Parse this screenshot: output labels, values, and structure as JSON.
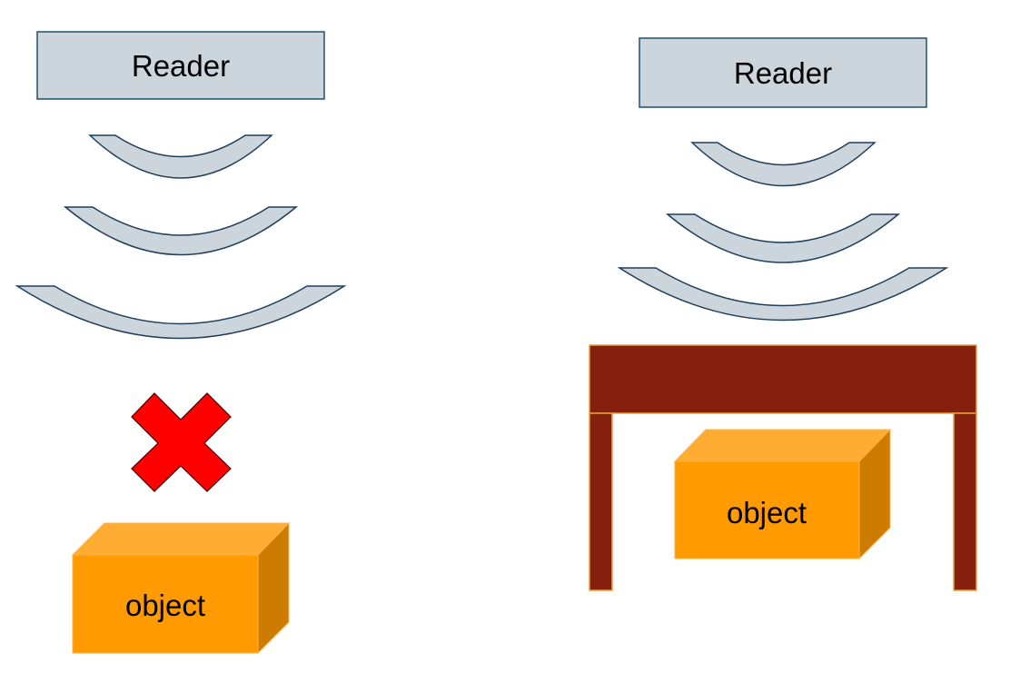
{
  "left_scene": {
    "reader_label": "Reader",
    "object_label": "object"
  },
  "right_scene": {
    "reader_label": "Reader",
    "object_label": "object"
  },
  "colors": {
    "reader_fill": "#CDD5DC",
    "reader_stroke": "#1F4E6B",
    "wave_fill": "#CDD5DC",
    "wave_stroke": "#1F3E5A",
    "cross_fill": "#FF0000",
    "cross_stroke": "#3A0000",
    "box_front": "#FF9B00",
    "box_top": "#FFAC33",
    "box_side": "#CC7C00",
    "box_stroke": "#FFB24A",
    "table": "#85200C",
    "table_stroke": "#E8A040"
  }
}
